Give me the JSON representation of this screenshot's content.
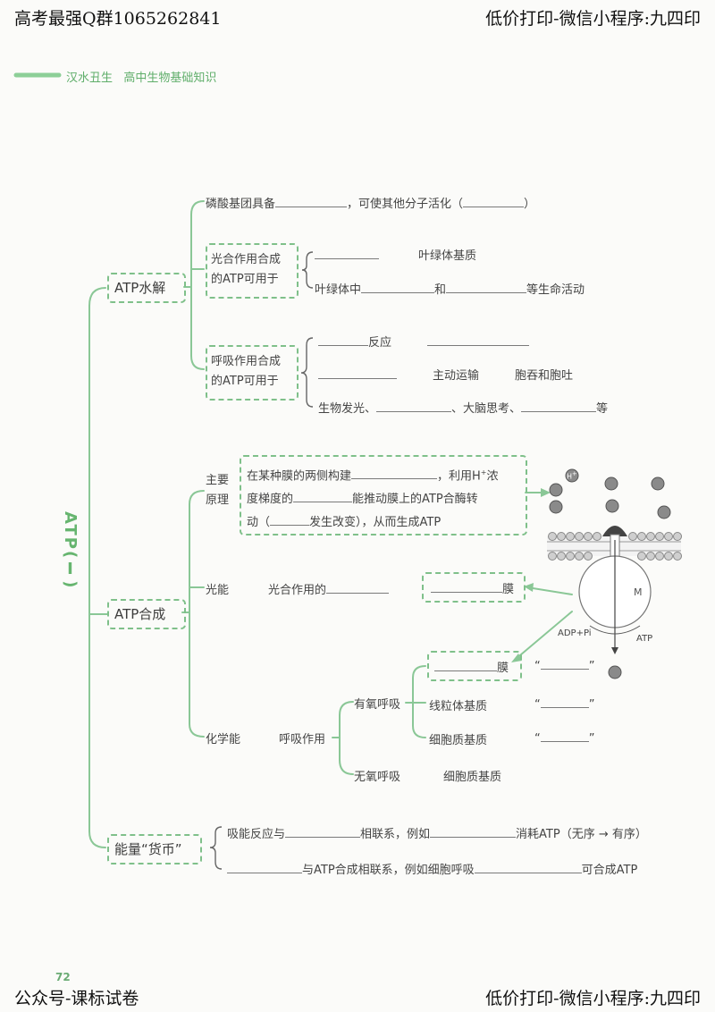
{
  "header": {
    "left": "高考最强Q群1065262841",
    "right": "低价打印-微信小程序:九四印"
  },
  "footer": {
    "left": "公众号-课标试卷",
    "right": "低价打印-微信小程序:九四印",
    "page_number": "72"
  },
  "banner": {
    "author": "汉水丑生",
    "subject": "高中生物基础知识"
  },
  "root": {
    "label": "ATP(Ⅰ)"
  },
  "hydrolysis": {
    "label": "ATP水解",
    "phosphate_a": "磷酸基团具备",
    "phosphate_b": "，可使其他分子活化（",
    "phosphate_c": "）",
    "photo_box_1": "光合作用合成",
    "photo_box_2": "的ATP可用于",
    "photo_l1": "叶绿体基质",
    "photo_l2a": "叶绿体中",
    "photo_l2b": "和",
    "photo_l2c": "等生命活动",
    "resp_box_1": "呼吸作用合成",
    "resp_box_2": "的ATP可用于",
    "resp_l1": "反应",
    "resp_l2a": "主动运输",
    "resp_l2b": "胞吞和胞吐",
    "resp_l3a": "生物发光、",
    "resp_l3b": "、大脑思考、",
    "resp_l3c": "等"
  },
  "synthesis": {
    "label": "ATP合成",
    "principle_1": "主要",
    "principle_2": "原理",
    "p_l1a": "在某种膜的两侧构建",
    "p_l1b": "，利用H",
    "p_l1sup": "+",
    "p_l1c": "浓",
    "p_l2a": "度梯度的",
    "p_l2b": "能推动膜上的ATP合酶转",
    "p_l3a": "动（",
    "p_l3b": "发生改变），从而生成ATP",
    "light": "光能",
    "light_desc": "光合作用的",
    "membrane": "膜",
    "chemical": "化学能",
    "respiration": "呼吸作用",
    "aerobic": "有氧呼吸",
    "matrix": "线粒体基质",
    "cytoplasm": "细胞质基质",
    "anaerobic": "无氧呼吸",
    "cytoplasm2": "细胞质基质",
    "quote_open": "“",
    "quote_close": "”"
  },
  "diagram": {
    "h": "H",
    "plus": "+",
    "m": "M",
    "adp": "ADP+Pi",
    "atp": "ATP"
  },
  "currency": {
    "label": "能量“货币”",
    "l1a": "吸能反应与",
    "l1b": "相联系，例如",
    "l1c": "消耗ATP（无序 → 有序）",
    "l2a": "与ATP合成相联系，例如细胞呼吸",
    "l2b": "可合成ATP"
  },
  "colors": {
    "accent": "#7fc08a",
    "title_green": "#66b56f"
  }
}
